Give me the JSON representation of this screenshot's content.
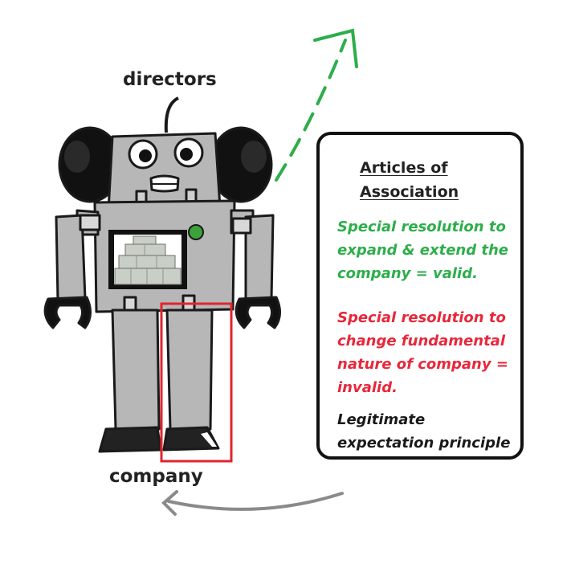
{
  "labels": {
    "top": "directors",
    "bottom": "company"
  },
  "panel": {
    "heading": "Articles of Association",
    "valid_text": "Special resolution to expand & extend the company = valid.",
    "invalid_text": "Special resolution to change fundamental nature of company = invalid.",
    "principle_text": "Legitimate expectation principle"
  },
  "colors": {
    "valid": "#2dae4a",
    "invalid": "#e8273a",
    "highlight_box": "#e0252f",
    "return_arrow": "#8a8a8a",
    "robot_body": "#b7b7b7",
    "robot_outline": "#1a1a1a",
    "eye_green": "#3ca33a"
  },
  "icons": {
    "figure": "robot-icon",
    "cargo": "money-stack-icon",
    "up_arrow": "dashed-arrow-up-icon",
    "return_arrow": "curved-arrow-left-icon"
  }
}
